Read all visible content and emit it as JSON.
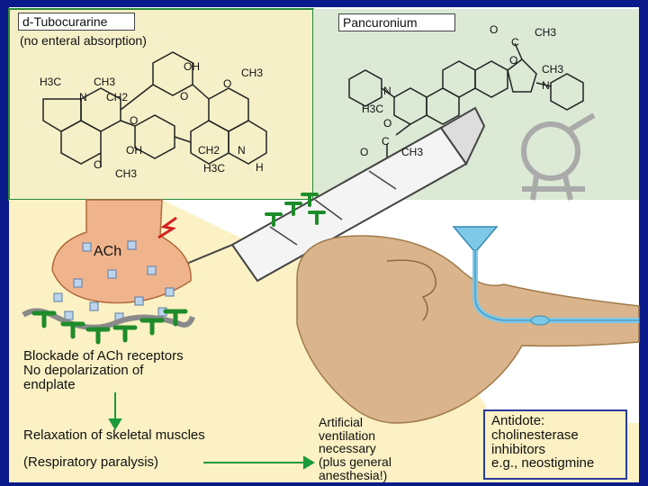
{
  "colors": {
    "frame": "#0a1a8a",
    "panel_left": "#f5f0c8",
    "panel_right": "#dbe9d5",
    "lower_bg": "#fbf1c4",
    "nerve": "#f0b48c",
    "arrow_green": "#1a9a3a",
    "receptor_green": "#1e8c2a",
    "funnel_blue": "#7ec8e8",
    "head_tan": "#d9b48c",
    "antidote_border": "#2a3a9a"
  },
  "panels": {
    "left": {
      "title": "d-Tubocurarine",
      "subtitle": "(no enteral absorption)",
      "chem_labels": [
        "OH",
        "CH3",
        "H3C",
        "CH3",
        "N",
        "CH2",
        "O",
        "O",
        "O",
        "OH",
        "CH2",
        "N",
        "H3C",
        "H",
        "O",
        "CH3"
      ]
    },
    "right": {
      "title": "Pancuronium",
      "chem_labels": [
        "O",
        "C",
        "CH3",
        "O",
        "CH3",
        "N",
        "N",
        "H3C",
        "O",
        "C",
        "CH3",
        "O"
      ]
    }
  },
  "ach_label": "ACh",
  "blockade_text": "Blockade of ACh receptors\nNo depolarization of\nendplate",
  "relaxation_text": "Relaxation of skeletal muscles",
  "respiratory_text": "(Respiratory paralysis)",
  "ventilation_text": "Artificial\nventilation\nnecessary\n(plus general\nanesthesia!)",
  "antidote_text": "Antidote:\ncholinesterase\ninhibitors\ne.g., neostigmine"
}
